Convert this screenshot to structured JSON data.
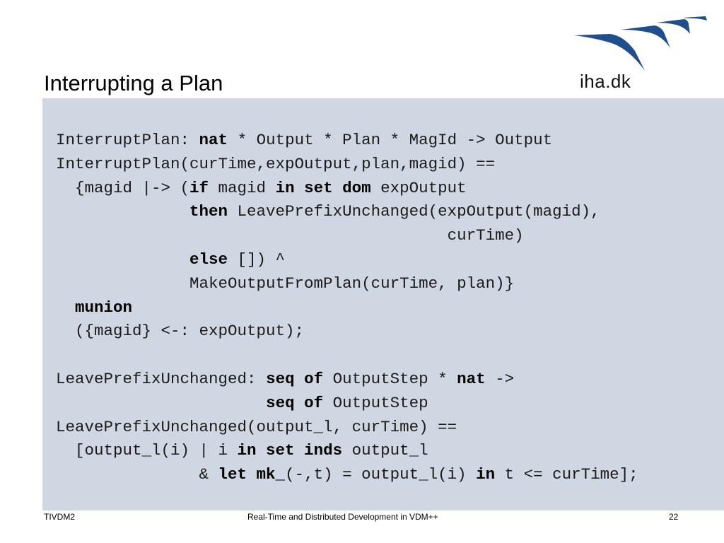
{
  "slide": {
    "title": "Interrupting a Plan",
    "logo_text": "iha.dk",
    "accent_color": "#1f4e8c",
    "code_background": "#d1d7e2"
  },
  "code_lines": [
    [
      {
        "t": "InterruptPlan: "
      },
      {
        "t": "nat",
        "kw": true
      },
      {
        "t": " * Output * Plan * MagId -> Output"
      }
    ],
    [
      {
        "t": "InterruptPlan(curTime,expOutput,plan,magid) =="
      }
    ],
    [
      {
        "t": "  {magid |-> ("
      },
      {
        "t": "if",
        "kw": true
      },
      {
        "t": " magid "
      },
      {
        "t": "in set dom",
        "kw": true
      },
      {
        "t": " expOutput"
      }
    ],
    [
      {
        "t": "              "
      },
      {
        "t": "then",
        "kw": true
      },
      {
        "t": " LeavePrefixUnchanged(expOutput(magid),"
      }
    ],
    [
      {
        "t": "                                         curTime)"
      }
    ],
    [
      {
        "t": "              "
      },
      {
        "t": "else",
        "kw": true
      },
      {
        "t": " []) ^"
      }
    ],
    [
      {
        "t": "              MakeOutputFromPlan(curTime, plan)}"
      }
    ],
    [
      {
        "t": "  "
      },
      {
        "t": "munion",
        "kw": true
      }
    ],
    [
      {
        "t": "  ({magid} <-: expOutput);"
      }
    ],
    [
      {
        "t": ""
      }
    ],
    [
      {
        "t": "LeavePrefixUnchanged: "
      },
      {
        "t": "seq of",
        "kw": true
      },
      {
        "t": " OutputStep * "
      },
      {
        "t": "nat",
        "kw": true
      },
      {
        "t": " ->"
      }
    ],
    [
      {
        "t": "                      "
      },
      {
        "t": "seq of",
        "kw": true
      },
      {
        "t": " OutputStep"
      }
    ],
    [
      {
        "t": "LeavePrefixUnchanged(output_l, curTime) =="
      }
    ],
    [
      {
        "t": "  [output_l(i) | i "
      },
      {
        "t": "in set inds",
        "kw": true
      },
      {
        "t": " output_l"
      }
    ],
    [
      {
        "t": "               & "
      },
      {
        "t": "let mk_",
        "kw": true
      },
      {
        "t": "(-,t) = output_l(i) "
      },
      {
        "t": "in",
        "kw": true
      },
      {
        "t": " t <= curTime];"
      }
    ]
  ],
  "footer": {
    "left": "TIVDM2",
    "center": "Real-Time and Distributed Development in VDM++",
    "page": "22"
  }
}
